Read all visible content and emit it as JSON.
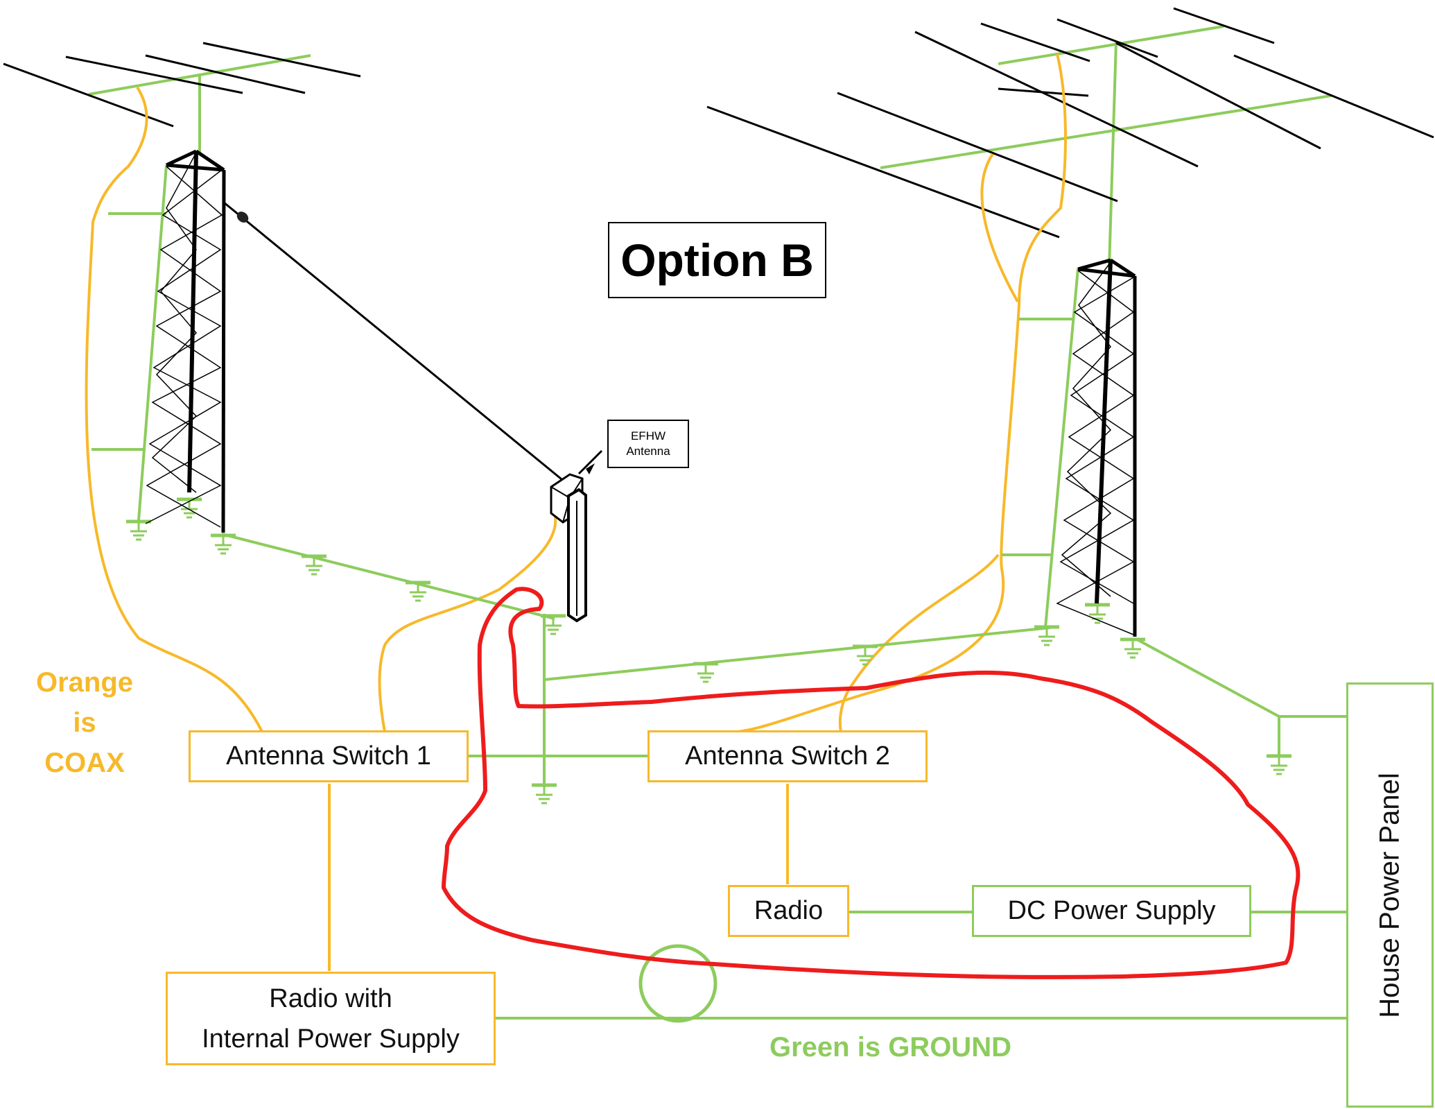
{
  "title": "Option B",
  "callout": {
    "line1": "EFHW",
    "line2": "Antenna"
  },
  "boxes": {
    "switch1": "Antenna Switch 1",
    "switch2": "Antenna Switch 2",
    "radio": "Radio",
    "dc_supply": "DC Power Supply",
    "radio_internal_line1": "Radio with",
    "radio_internal_line2": "Internal Power Supply",
    "house_panel": "House Power Panel"
  },
  "legend": {
    "coax_line1": "Orange",
    "coax_line2": "is COAX",
    "ground": "Green is GROUND"
  },
  "colors": {
    "coax": "#f7b92a",
    "ground": "#8dcc5c",
    "loop": "#ee1c1c",
    "structure": "#000000"
  }
}
